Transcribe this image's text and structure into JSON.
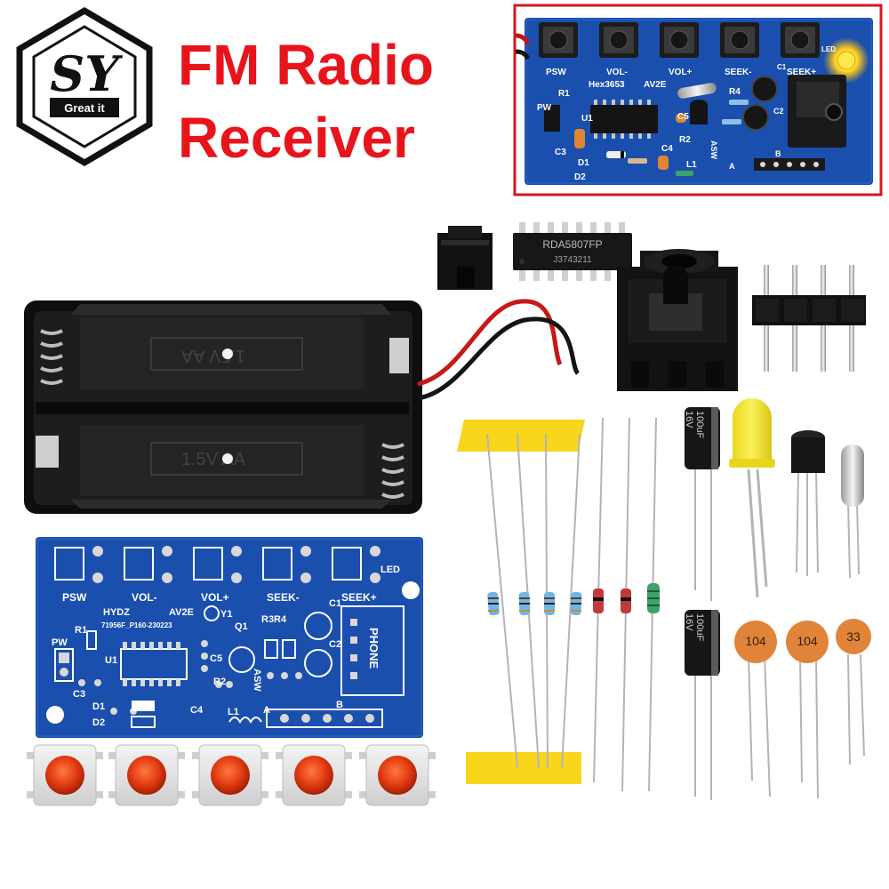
{
  "title": {
    "line1": "FM Radio",
    "line2": "Receiver"
  },
  "logo": {
    "letters": "SY",
    "tagline": "Great it"
  },
  "chip": {
    "line1": "RDA5807FP",
    "line2": "J3743211"
  },
  "battery": {
    "top_label": "1.5V AA",
    "bottom_label": "1.5V AA"
  },
  "capacitor_elec": {
    "value": "100uF",
    "voltage": "16V"
  },
  "ceramic_caps": [
    "104",
    "104",
    "33"
  ],
  "pcb_inset": {
    "labels": [
      "PSW",
      "VOL-",
      "VOL+",
      "SEEK-",
      "SEEK+",
      "LED",
      "Hex3653",
      "AV2E",
      "U1",
      "R1",
      "R2",
      "R4",
      "C1",
      "C2",
      "C3",
      "C4",
      "C5",
      "D1",
      "D2",
      "L1",
      "PW",
      "A",
      "B",
      "ASW"
    ]
  },
  "pcb_bare": {
    "labels": [
      "PSW",
      "VOL-",
      "VOL+",
      "SEEK-",
      "SEEK+",
      "LED",
      "HYDZ",
      "AV2E",
      "Y1",
      "R1",
      "R2",
      "R3R4",
      "Q1",
      "C1",
      "C2",
      "C3",
      "C4",
      "C5",
      "U1",
      "D1",
      "D2",
      "L1",
      "PW",
      "ASW",
      "A",
      "B",
      "PHONE"
    ],
    "board_id": "71956F_P160-230223"
  },
  "colors": {
    "title": "#e8141b",
    "pcb": "#1a4fae",
    "button_red": "#e23a12",
    "led_yellow": "#f2e32c",
    "tape_yellow": "#f7d61c",
    "ceramic_orange": "#e0843a",
    "inset_border": "#d5171e"
  }
}
